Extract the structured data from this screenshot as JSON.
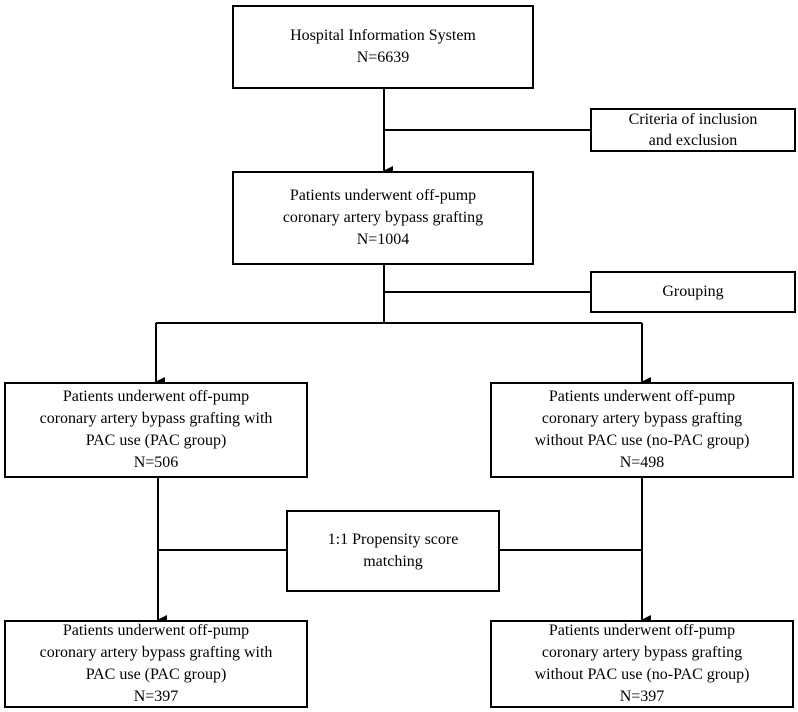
{
  "boxes": {
    "his": {
      "line1": "Hospital Information System",
      "line2": "N=6639"
    },
    "criteria": {
      "line1": "Criteria  of inclusion",
      "line2": "and exclusion"
    },
    "opcab": {
      "line1": "Patients underwent off-pump",
      "line2": "coronary artery bypass grafting",
      "line3": "N=1004"
    },
    "grouping": {
      "line1": "Grouping"
    },
    "pac_group": {
      "line1": "Patients underwent off-pump",
      "line2": "coronary artery bypass grafting with",
      "line3": "PAC use (PAC group)",
      "line4": "N=506"
    },
    "nopac_group": {
      "line1": "Patients underwent off-pump",
      "line2": "coronary artery bypass grafting",
      "line3": "without PAC use (no-PAC group)",
      "line4": "N=498"
    },
    "psm": {
      "line1": "1:1 Propensity score",
      "line2": "matching"
    },
    "pac_matched": {
      "line1": "Patients underwent off-pump",
      "line2": "coronary artery bypass grafting with",
      "line3": "PAC use (PAC group)",
      "line4": "N=397"
    },
    "nopac_matched": {
      "line1": "Patients underwent off-pump",
      "line2": "coronary artery bypass grafting",
      "line3": "without PAC use (no-PAC group)",
      "line4": "N=397"
    }
  },
  "colors": {
    "line": "#000000",
    "background": "#ffffff"
  }
}
